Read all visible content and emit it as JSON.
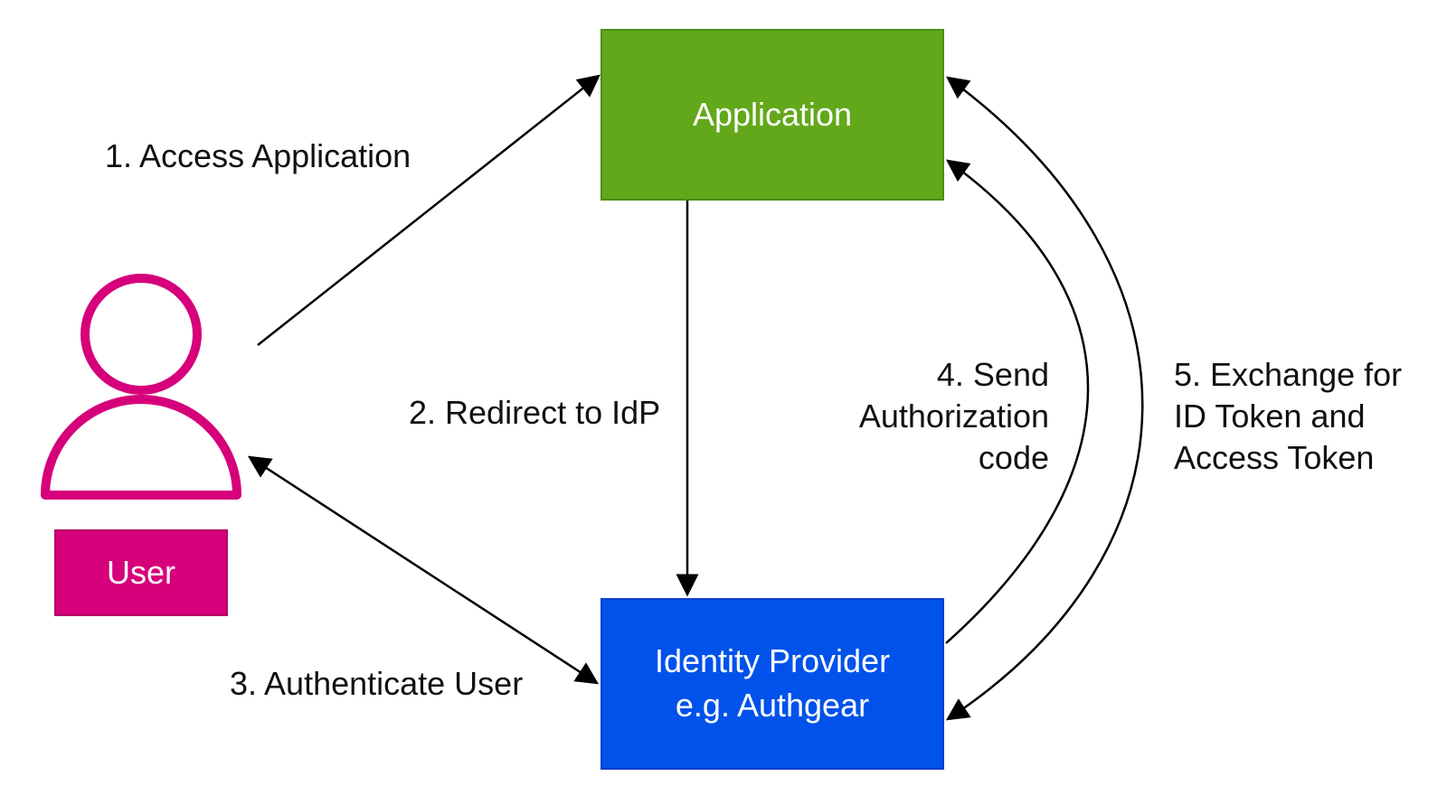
{
  "colors": {
    "application": "#62a81a",
    "identity_provider": "#0052ea",
    "user": "#d6007a",
    "user_icon_stroke": "#d6007a",
    "arrow": "#000000",
    "text": "#111111"
  },
  "nodes": {
    "application": {
      "label": "Application"
    },
    "identity_provider": {
      "line1": "Identity Provider",
      "line2": "e.g. Authgear"
    },
    "user": {
      "label": "User",
      "icon": "person-icon"
    }
  },
  "edges": {
    "step1": {
      "label": "1. Access Application"
    },
    "step2": {
      "label": "2. Redirect to IdP"
    },
    "step3": {
      "label": "3. Authenticate User"
    },
    "step4": {
      "lines": [
        "4. Send",
        "Authorization",
        "code"
      ]
    },
    "step5": {
      "lines": [
        "5. Exchange for",
        "ID Token and",
        "Access Token"
      ]
    }
  }
}
